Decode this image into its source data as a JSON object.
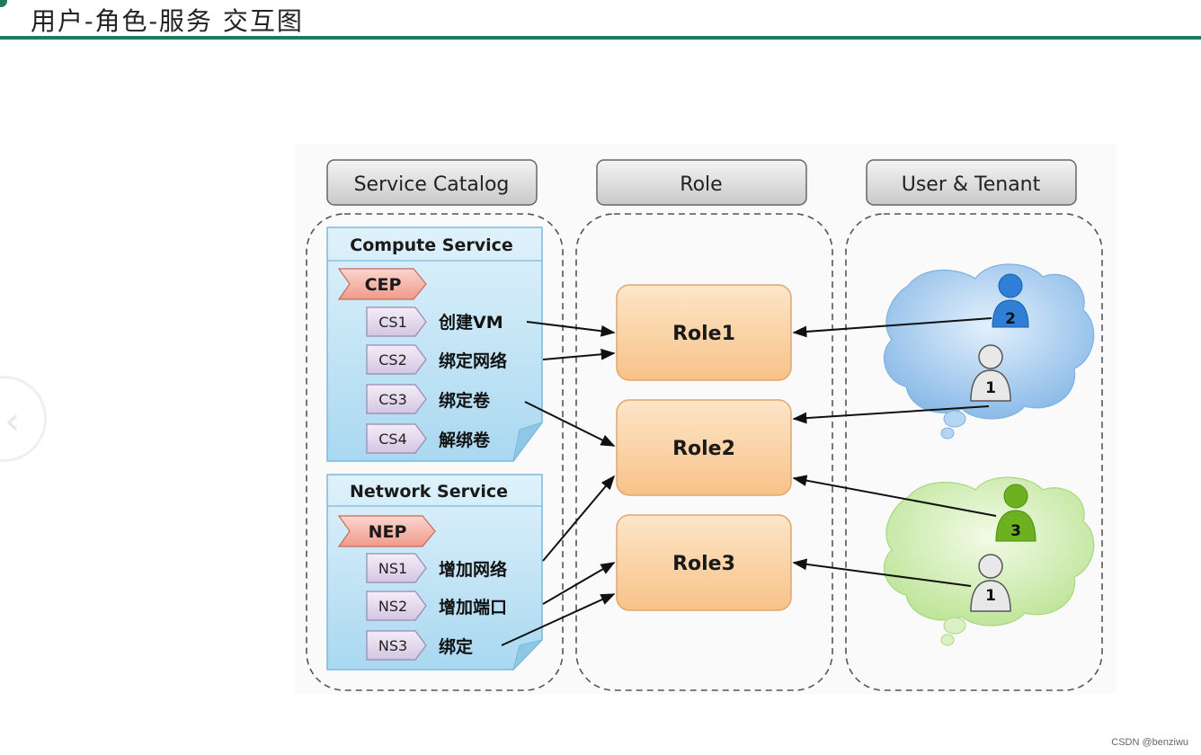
{
  "page": {
    "title": "用户-角色-服务 交互图",
    "watermark": "CSDN @benziwu"
  },
  "columns": {
    "service_catalog": "Service Catalog",
    "role": "Role",
    "user_tenant": "User & Tenant"
  },
  "compute_service": {
    "title": "Compute Service",
    "endpoint": "CEP",
    "items": [
      {
        "code": "CS1",
        "label": "创建VM"
      },
      {
        "code": "CS2",
        "label": "绑定网络"
      },
      {
        "code": "CS3",
        "label": "绑定卷"
      },
      {
        "code": "CS4",
        "label": "解绑卷"
      }
    ]
  },
  "network_service": {
    "title": "Network Service",
    "endpoint": "NEP",
    "items": [
      {
        "code": "NS1",
        "label": "增加网络"
      },
      {
        "code": "NS2",
        "label": "增加端口"
      },
      {
        "code": "NS3",
        "label": "绑定"
      }
    ]
  },
  "roles": [
    "Role1",
    "Role2",
    "Role3"
  ],
  "tenants": [
    {
      "color": "blue",
      "users": [
        "2",
        "1"
      ]
    },
    {
      "color": "green",
      "users": [
        "3",
        "1"
      ]
    }
  ],
  "colors": {
    "accent": "#1f7a63",
    "role_fill": "#fbcf9a",
    "doc_fill": "#bfe3f5",
    "endpoint_fill": "#f6b4a8",
    "cloud_blue": "#a7cdf0",
    "cloud_green": "#d4efb1"
  }
}
